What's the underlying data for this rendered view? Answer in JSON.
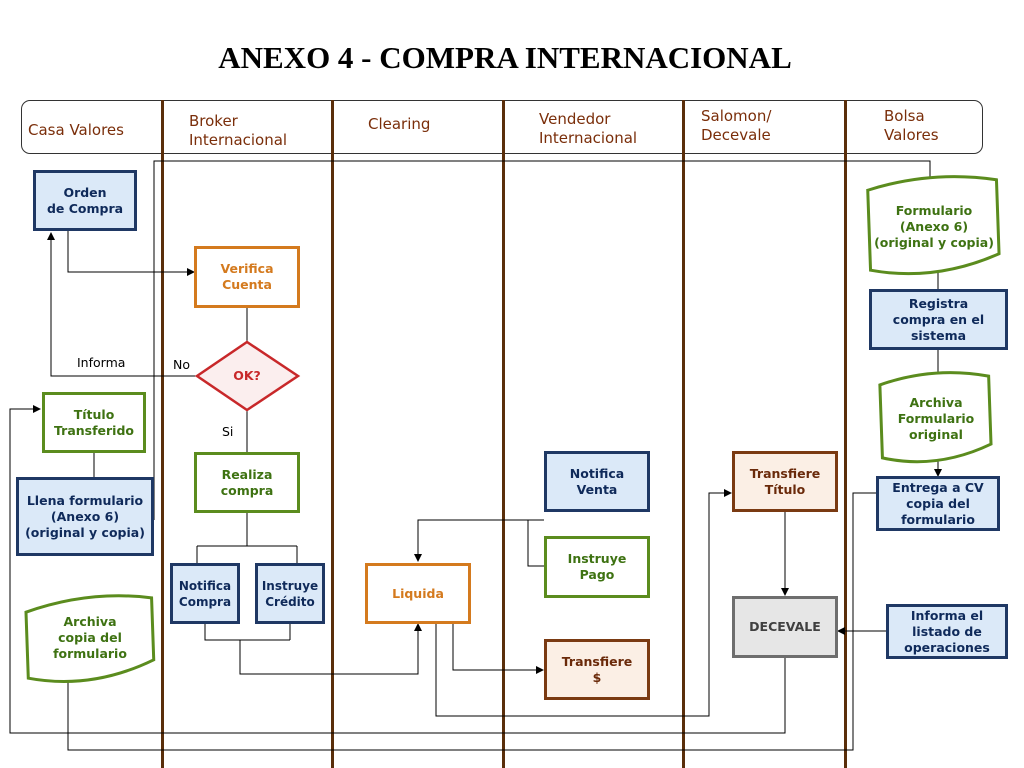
{
  "title": "ANEXO 4 - COMPRA INTERNACIONAL",
  "lanes": [
    "Casa Valores",
    "Broker\nInternacional",
    "Clearing",
    "Vendedor\nInternacional",
    "Salomon/\nDecevale",
    "Bolsa\nValores"
  ],
  "nodes": {
    "orden_compra": "Orden\nde Compra",
    "verifica_cuenta": "Verifica\nCuenta",
    "ok": "OK?",
    "realiza_compra": "Realiza\ncompra",
    "notifica_compra": "Notifica\nCompra",
    "instruye_credito": "Instruye\nCrédito",
    "titulo_transferido": "Título\nTransferido",
    "llena_formulario": "Llena formulario\n(Anexo 6)\n(original y copia)",
    "archiva_copia": "Archiva\ncopia del\nformulario",
    "liquida": "Liquida",
    "notifica_venta": "Notifica\nVenta",
    "instruye_pago": "Instruye\nPago",
    "transfiere_dinero": "Transfiere\n$",
    "transfiere_titulo": "Transfiere\nTítulo",
    "decevale": "DECEVALE",
    "formulario_anexo6": "Formulario\n(Anexo 6)\n(original y copia)",
    "registra_compra": "Registra\ncompra en el\nsistema",
    "archiva_original": "Archiva\nFormulario\noriginal",
    "entrega_cv": "Entrega a CV\ncopia del\nformulario",
    "informa_listado": "Informa el\nlistado   de\noperaciones"
  },
  "labels": {
    "informa": "Informa",
    "no": "No",
    "si": "Si"
  }
}
